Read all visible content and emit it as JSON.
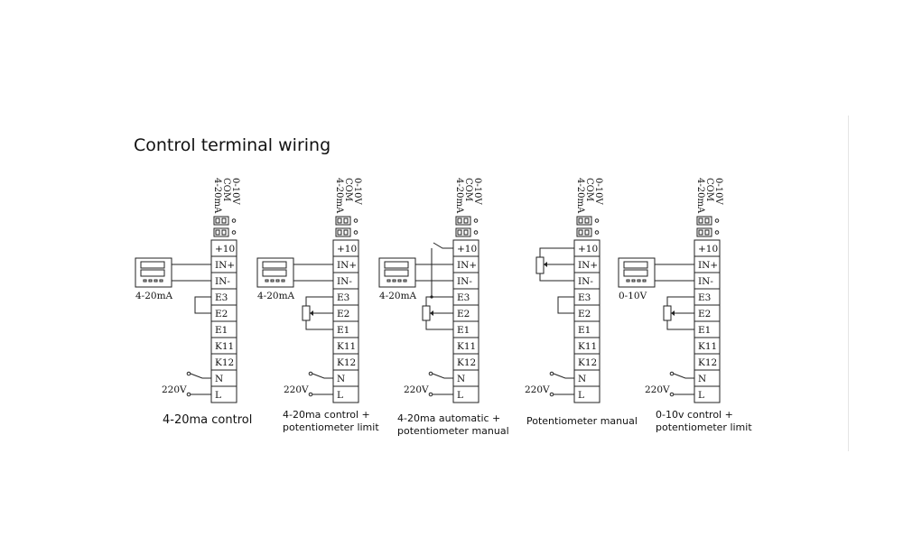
{
  "title": "Control terminal wiring",
  "jumper_labels": [
    "0-10V",
    "COM",
    "4-20mA"
  ],
  "terminal_labels": [
    "+10",
    "IN+",
    "IN-",
    "E3",
    "E2",
    "E1",
    "K11",
    "K12",
    "N",
    "L"
  ],
  "supply_label": "220V",
  "diagrams": [
    {
      "id": "d1",
      "caption": [
        "4-20ma control"
      ],
      "signal_label": "4-20mA"
    },
    {
      "id": "d2",
      "caption": [
        "4-20ma control +",
        "potentiometer limit"
      ],
      "signal_label": "4-20mA"
    },
    {
      "id": "d3",
      "caption": [
        "4-20ma automatic +",
        "potentiometer manual"
      ],
      "signal_label": "4-20mA"
    },
    {
      "id": "d4",
      "caption": [
        "Potentiometer manual"
      ],
      "signal_label": ""
    },
    {
      "id": "d5",
      "caption": [
        "0-10v control +",
        "potentiometer limit"
      ],
      "signal_label": "0-10V"
    }
  ]
}
